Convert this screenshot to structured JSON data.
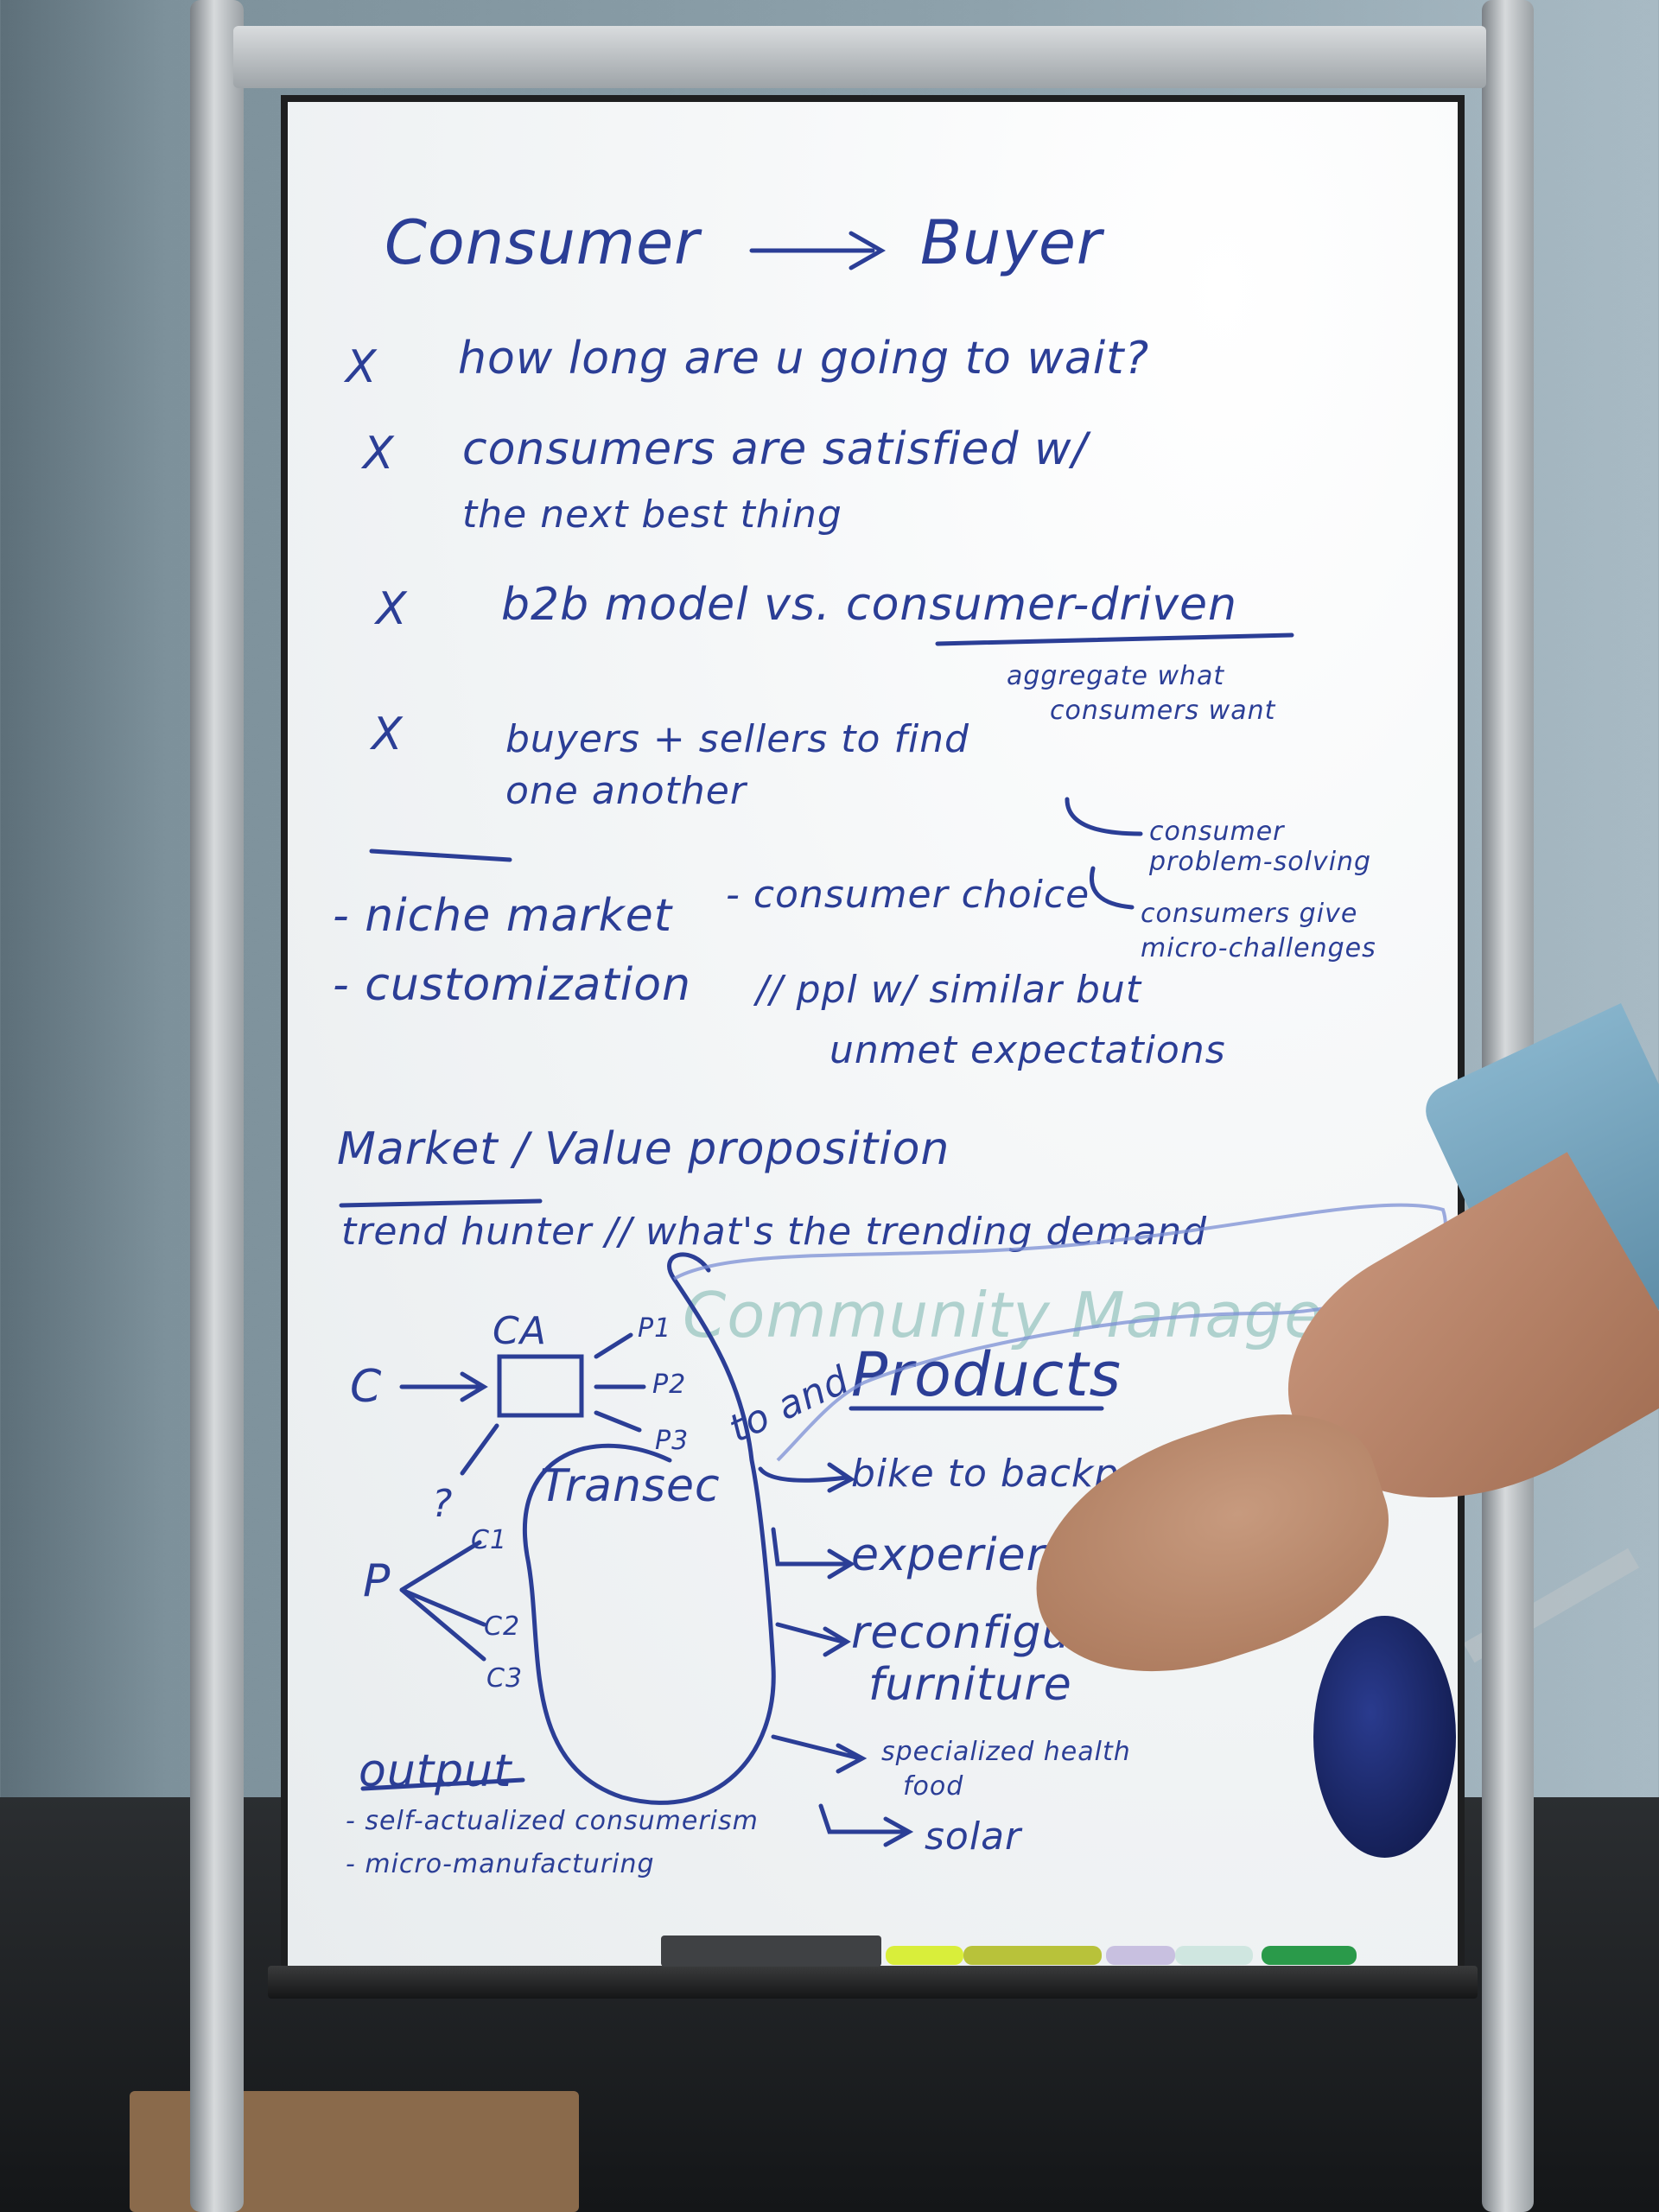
{
  "board": {
    "title_left": "Consumer",
    "title_right": "Buyer",
    "bullets": [
      {
        "mark": "X",
        "text": "how long are u going to wait?"
      },
      {
        "mark": "X",
        "text": "consumers are satisfied w/"
      },
      {
        "mark": "",
        "text": "the next best thing"
      },
      {
        "mark": "X",
        "text": "b2b model vs. consumer-driven"
      },
      {
        "mark": "X",
        "text": "buyers + sellers to find"
      },
      {
        "mark": "",
        "text": "one another"
      }
    ],
    "aggregate_note_1": "aggregate what",
    "aggregate_note_2": "consumers want",
    "consumer_problem_1": "consumer",
    "consumer_problem_2": "problem-solving",
    "consumer_micro_1": "consumers give",
    "consumer_micro_2": "micro-challenges",
    "niche_market": "- niche market",
    "consumer_choice": "- consumer choice",
    "customization": "- customization",
    "similar_1": "// ppl w/ similar but",
    "similar_2": "unmet expectations",
    "market_value": "Market / Value proposition",
    "trend_hunter": "trend hunter // what's the trending demand",
    "community": "Community Management",
    "products": "Products",
    "to_and": "to and",
    "transec": "Transec",
    "product_items": [
      "bike to backpack",
      "experience",
      "reconfigurable",
      "furniture",
      "specialized health",
      "food",
      "solar"
    ],
    "diagram": {
      "c_label": "C",
      "ca_label": "CA",
      "p_labels": [
        "P1",
        "P2",
        "P3"
      ],
      "p_label": "P",
      "c_labels": [
        "C1",
        "C2",
        "C3"
      ],
      "question": "?"
    },
    "output_title": "output",
    "output_items": [
      "- self-actualized consumerism",
      "- micro-manufacturing"
    ]
  },
  "colors": {
    "ink": "#2b3e96",
    "faint_ink": "#9fc9c4",
    "board": "#f3f5f6",
    "frame": "#1e1f20"
  }
}
